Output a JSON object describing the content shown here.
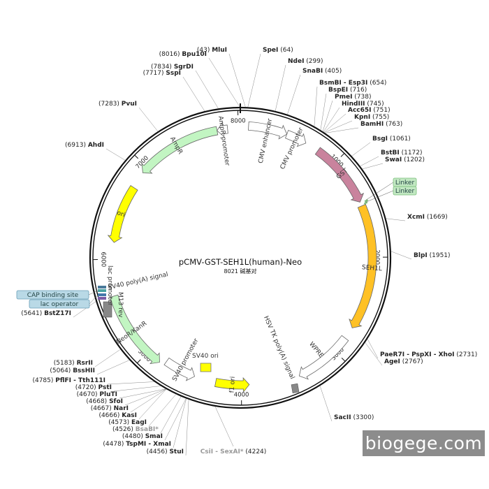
{
  "plasmid": {
    "name": "pCMV-GST-SEH1L(human)-Neo",
    "size_label": "8021 碱基对",
    "length_bp": 8021
  },
  "ticks": [
    "1000",
    "2000",
    "3000",
    "4000",
    "5000",
    "6000",
    "7000",
    "8000"
  ],
  "features": [
    {
      "id": "cmv-enhancer",
      "label": "CMV enhancer",
      "start": 80,
      "end": 460,
      "color": "#ffffff"
    },
    {
      "id": "cmv-promoter",
      "label": "CMV promoter",
      "start": 460,
      "end": 663,
      "color": "#ffffff"
    },
    {
      "id": "gst",
      "label": "GST",
      "start": 800,
      "end": 1450,
      "color": "#c9839d"
    },
    {
      "id": "linker-1",
      "label": "Linker",
      "start": 1455,
      "end": 1470,
      "color": "#c2e8c2"
    },
    {
      "id": "linker-2",
      "label": "Linker",
      "start": 1472,
      "end": 1487,
      "color": "#c2e8c2"
    },
    {
      "id": "seh1l",
      "label": "SEH1L",
      "start": 1490,
      "end": 2720,
      "color": "#ffc125"
    },
    {
      "id": "wpre",
      "label": "WPRE",
      "start": 2840,
      "end": 3420,
      "color": "#ffffff"
    },
    {
      "id": "hsv-tk-polya",
      "label": "HSV TK poly(A) signal",
      "start": 3440,
      "end": 3540,
      "color": "#888888"
    },
    {
      "id": "f1-ori",
      "label": "f1 ori",
      "start": 3920,
      "end": 4260,
      "color": "#ffff00"
    },
    {
      "id": "sv40-promoter",
      "label": "SV40 promoter",
      "start": 4480,
      "end": 4800,
      "color": "#ffffff"
    },
    {
      "id": "sv40-ori",
      "label": "SV40 ori",
      "start": 4570,
      "end": 4650,
      "color": "#ffff00"
    },
    {
      "id": "neor-kanr",
      "label": "NeoR/KanR",
      "start": 4850,
      "end": 5640,
      "color": "#c2f5c2"
    },
    {
      "id": "sv40-polya",
      "label": "SV40 poly(A) signal",
      "start": 5670,
      "end": 5790,
      "color": "#888888"
    },
    {
      "id": "m13-rev",
      "label": "M13 rev",
      "start": 5820,
      "end": 5840,
      "color": "#4a7a9a"
    },
    {
      "id": "lac-operator",
      "label": "lac operator",
      "start": 5848,
      "end": 5866,
      "color": "#4477aa"
    },
    {
      "id": "cap-binding-site",
      "label": "CAP binding site",
      "start": 5880,
      "end": 5900,
      "color": "#4aa3a3"
    },
    {
      "id": "lac-promoter",
      "label": "lac promoter",
      "start": 5870,
      "end": 5900,
      "color": "#7b5ca6"
    },
    {
      "id": "ori",
      "label": "ori",
      "start": 6170,
      "end": 6760,
      "color": "#ffff00"
    },
    {
      "id": "ampr",
      "label": "AmpR",
      "start": 6930,
      "end": 7790,
      "color": "#c2f5c2"
    },
    {
      "id": "ampr-promoter",
      "label": "AmpR promoter",
      "start": 7790,
      "end": 7895,
      "color": "#ffffff"
    }
  ],
  "side_boxes": [
    {
      "id": "cap-binding-site",
      "label": "CAP binding site"
    },
    {
      "id": "lac-operator",
      "label": "lac operator"
    }
  ],
  "sites": [
    {
      "name": "MluI",
      "pos": "(43)"
    },
    {
      "name": "SpeI",
      "pos": "(64)"
    },
    {
      "name": "Bpu10I",
      "pos": "(8016)"
    },
    {
      "name": "SgrDI",
      "pos": "(7834)"
    },
    {
      "name": "SspI",
      "pos": "(7717)"
    },
    {
      "name": "PvuI",
      "pos": "(7283)"
    },
    {
      "name": "AhdI",
      "pos": "(6913)"
    },
    {
      "name": "NdeI",
      "pos": "(299)"
    },
    {
      "name": "SnaBI",
      "pos": "(405)"
    },
    {
      "name": "BsmBI - Esp3I",
      "pos": "(654)"
    },
    {
      "name": "BspEI",
      "pos": "(716)"
    },
    {
      "name": "PmeI",
      "pos": "(738)"
    },
    {
      "name": "HindIII",
      "pos": "(745)"
    },
    {
      "name": "Acc65I",
      "pos": "(751)"
    },
    {
      "name": "KpnI",
      "pos": "(755)"
    },
    {
      "name": "BamHI",
      "pos": "(763)"
    },
    {
      "name": "BsgI",
      "pos": "(1061)"
    },
    {
      "name": "BstBI",
      "pos": "(1172)"
    },
    {
      "name": "SwaI",
      "pos": "(1202)"
    },
    {
      "name": "XcmI",
      "pos": "(1669)"
    },
    {
      "name": "BlpI",
      "pos": "(1951)"
    },
    {
      "name": "PaeR7I - PspXI - XhoI",
      "pos": "(2731)"
    },
    {
      "name": "AgeI",
      "pos": "(2767)"
    },
    {
      "name": "SacII",
      "pos": "(3300)"
    },
    {
      "name": "CsiI - SexAI*",
      "pos": "(4224)"
    },
    {
      "name": "StuI",
      "pos": "(4456)"
    },
    {
      "name": "TspMI - XmaI",
      "pos": "(4478)"
    },
    {
      "name": "SmaI",
      "pos": "(4480)"
    },
    {
      "name": "BsaBI*",
      "pos": "(4526)"
    },
    {
      "name": "EagI",
      "pos": "(4573)"
    },
    {
      "name": "KasI",
      "pos": "(4666)"
    },
    {
      "name": "NarI",
      "pos": "(4667)"
    },
    {
      "name": "SfoI",
      "pos": "(4668)"
    },
    {
      "name": "PluTI",
      "pos": "(4670)"
    },
    {
      "name": "PstI",
      "pos": "(4720)"
    },
    {
      "name": "PflFI - Tth111I",
      "pos": "(4785)"
    },
    {
      "name": "BssHII",
      "pos": "(5064)"
    },
    {
      "name": "RsrII",
      "pos": "(5183)"
    },
    {
      "name": "BstZ17I",
      "pos": "(5641)"
    }
  ],
  "watermark": "biogege.com"
}
